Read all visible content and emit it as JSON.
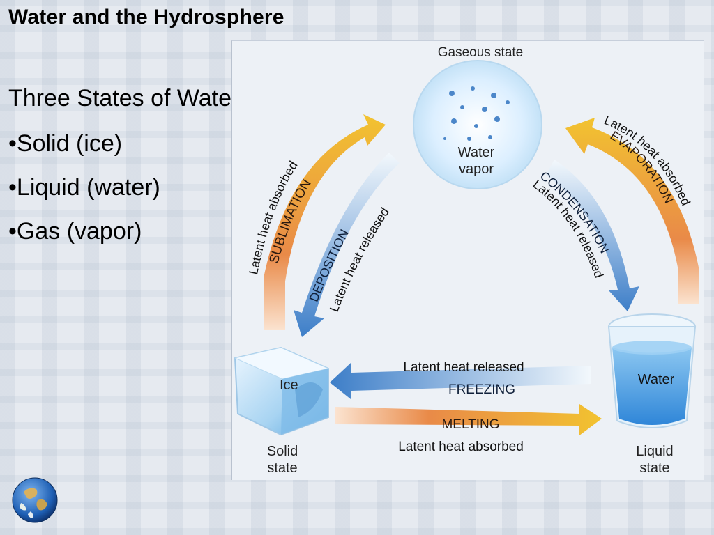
{
  "slide": {
    "title": "Water and the Hydrosphere",
    "heading": "Three States of Water:",
    "bullets": [
      "•Solid (ice)",
      "•Liquid (water)",
      "•Gas (vapor)"
    ]
  },
  "diagram": {
    "states": {
      "gas": {
        "title": "Gaseous state",
        "label_line1": "Water",
        "label_line2": "vapor"
      },
      "solid": {
        "label": "Ice",
        "state_line1": "Solid",
        "state_line2": "state"
      },
      "liquid": {
        "label": "Water",
        "state_line1": "Liquid",
        "state_line2": "state"
      }
    },
    "processes": {
      "sublimation": {
        "name": "SUBLIMATION",
        "note": "Latent heat absorbed"
      },
      "deposition": {
        "name": "DEPOSITION",
        "note": "Latent heat released"
      },
      "evaporation": {
        "name": "EVAPORATION",
        "note": "Latent heat absorbed"
      },
      "condensation": {
        "name": "CONDENSATION",
        "note": "Latent heat released"
      },
      "freezing": {
        "name": "FREEZING",
        "note": "Latent heat released"
      },
      "melting": {
        "name": "MELTING",
        "note": "Latent heat absorbed"
      }
    },
    "colors": {
      "absorbed_start": "#f4c98a",
      "absorbed_mid": "#e9873c",
      "absorbed_end": "#f1c230",
      "released_start": "#e9f2f9",
      "released_end": "#3f7fc8",
      "water": "#4f9ee2",
      "vapor": "#d6ecf9"
    }
  }
}
